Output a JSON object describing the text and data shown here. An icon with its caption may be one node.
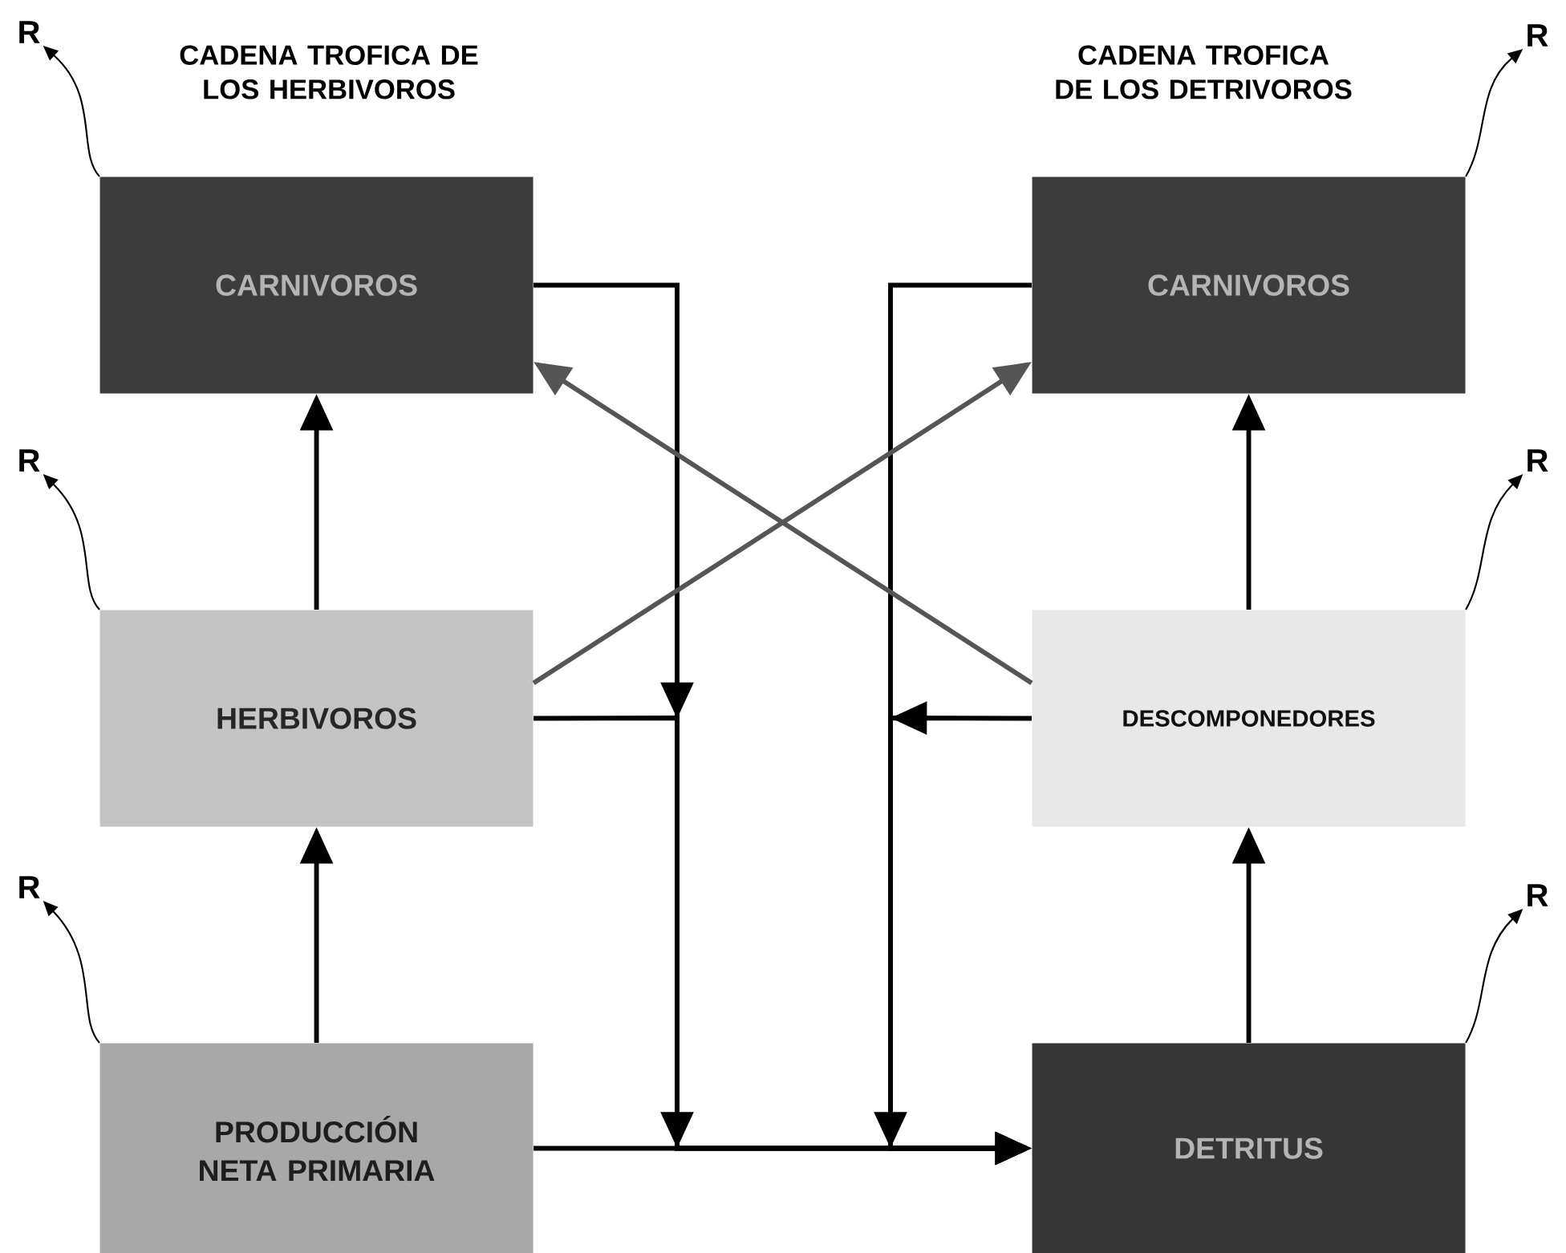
{
  "diagram": {
    "nodes": [
      {
        "text": [
          "CARNIVOROS"
        ]
      },
      {
        "text": [
          "HERBIVOROS"
        ]
      },
      {
        "text": [
          "PRODUCCIÓN NETA PRIMARIA"
        ]
      },
      {
        "text": [
          "CARNIVOROS"
        ]
      },
      {
        "text": [
          "DESCOMPONEDORES"
        ]
      },
      {
        "text": [
          "DETRITUS"
        ]
      },
      {
        "text": [
          "R"
        ]
      },
      {
        "text": [
          "R"
        ]
      },
      {
        "text": [
          "R"
        ]
      },
      {
        "text": [
          "R"
        ]
      },
      {
        "text": [
          "R"
        ]
      },
      {
        "text": [
          "R"
        ]
      }
    ],
    "edges": [
      {
        "from": 2,
        "to": 1,
        "arrow": "to"
      },
      {
        "from": 1,
        "to": 0,
        "arrow": "to"
      },
      {
        "from": 5,
        "to": 4,
        "arrow": "to"
      },
      {
        "from": 4,
        "to": 3,
        "arrow": "to"
      },
      {
        "from": 0,
        "to": 5,
        "arrow": "to"
      },
      {
        "from": 1,
        "to": 5,
        "arrow": "to"
      },
      {
        "from": 3,
        "to": 5,
        "arrow": "to"
      },
      {
        "from": 4,
        "to": 5,
        "arrow": "to"
      },
      {
        "from": 2,
        "to": 5,
        "arrow": "to"
      },
      {
        "from": 1,
        "to": 3,
        "arrow": "to",
        "color": "#555555"
      },
      {
        "from": 4,
        "to": 0,
        "arrow": "to",
        "color": "#555555"
      },
      {
        "from": 0,
        "to": 6,
        "arrow": "to"
      },
      {
        "from": 1,
        "to": 7,
        "arrow": "to"
      },
      {
        "from": 2,
        "to": 8,
        "arrow": "to"
      },
      {
        "from": 3,
        "to": 9,
        "arrow": "to"
      },
      {
        "from": 4,
        "to": 10,
        "arrow": "to"
      },
      {
        "from": 5,
        "to": 11,
        "arrow": "to"
      }
    ],
    "labels": [
      "CADENA TROFICA DE LOS HERBIVOROS",
      "CADENA TROFICA DE LOS DETRIVOROS"
    ]
  }
}
